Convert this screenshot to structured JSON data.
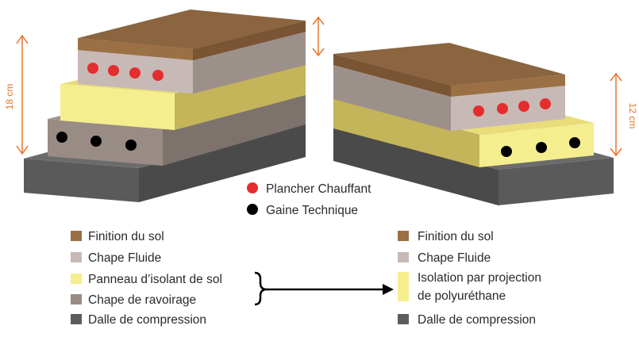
{
  "colors": {
    "finition": "#9b7045",
    "chape_fluide": "#c7b9b6",
    "isolant": "#f5ee8e",
    "ravoirage": "#988c84",
    "dalle": "#5d5d5d",
    "heating_dot": "#e52d2d",
    "technical_dot": "#000000",
    "dimension": "#e8742c"
  },
  "left_diagram": {
    "height_label": "18 cm",
    "layers": [
      "Finition du sol",
      "Chape Fluide",
      "Panneau d’isolant de sol",
      "Chape de ravoirage",
      "Dalle de compression"
    ]
  },
  "right_diagram": {
    "height_label": "12 cm",
    "layers": [
      "Finition du sol",
      "Chape Fluide",
      "Isolation par projection de polyuréthane",
      "Dalle de compression"
    ]
  },
  "dot_legend": [
    {
      "label": "Plancher Chauffant",
      "color": "#e52d2d"
    },
    {
      "label": "Gaine Technique",
      "color": "#000000"
    }
  ],
  "legend_left": [
    {
      "label": "Finition du sol",
      "color": "#9b7045"
    },
    {
      "label": "Chape Fluide",
      "color": "#c7b9b6"
    },
    {
      "label": "Panneau d’isolant de sol",
      "color": "#f5ee8e"
    },
    {
      "label": "Chape de ravoirage",
      "color": "#988c84"
    },
    {
      "label": "Dalle de compression",
      "color": "#5d5d5d"
    }
  ],
  "legend_right": [
    {
      "label": "Finition du sol",
      "color": "#9b7045"
    },
    {
      "label": "Chape Fluide",
      "color": "#c7b9b6"
    },
    {
      "label": "Isolation par projection",
      "label_line2": "de polyuréthane",
      "color": "#f5ee8e"
    },
    {
      "label": "Dalle de compression",
      "color": "#5d5d5d"
    }
  ]
}
